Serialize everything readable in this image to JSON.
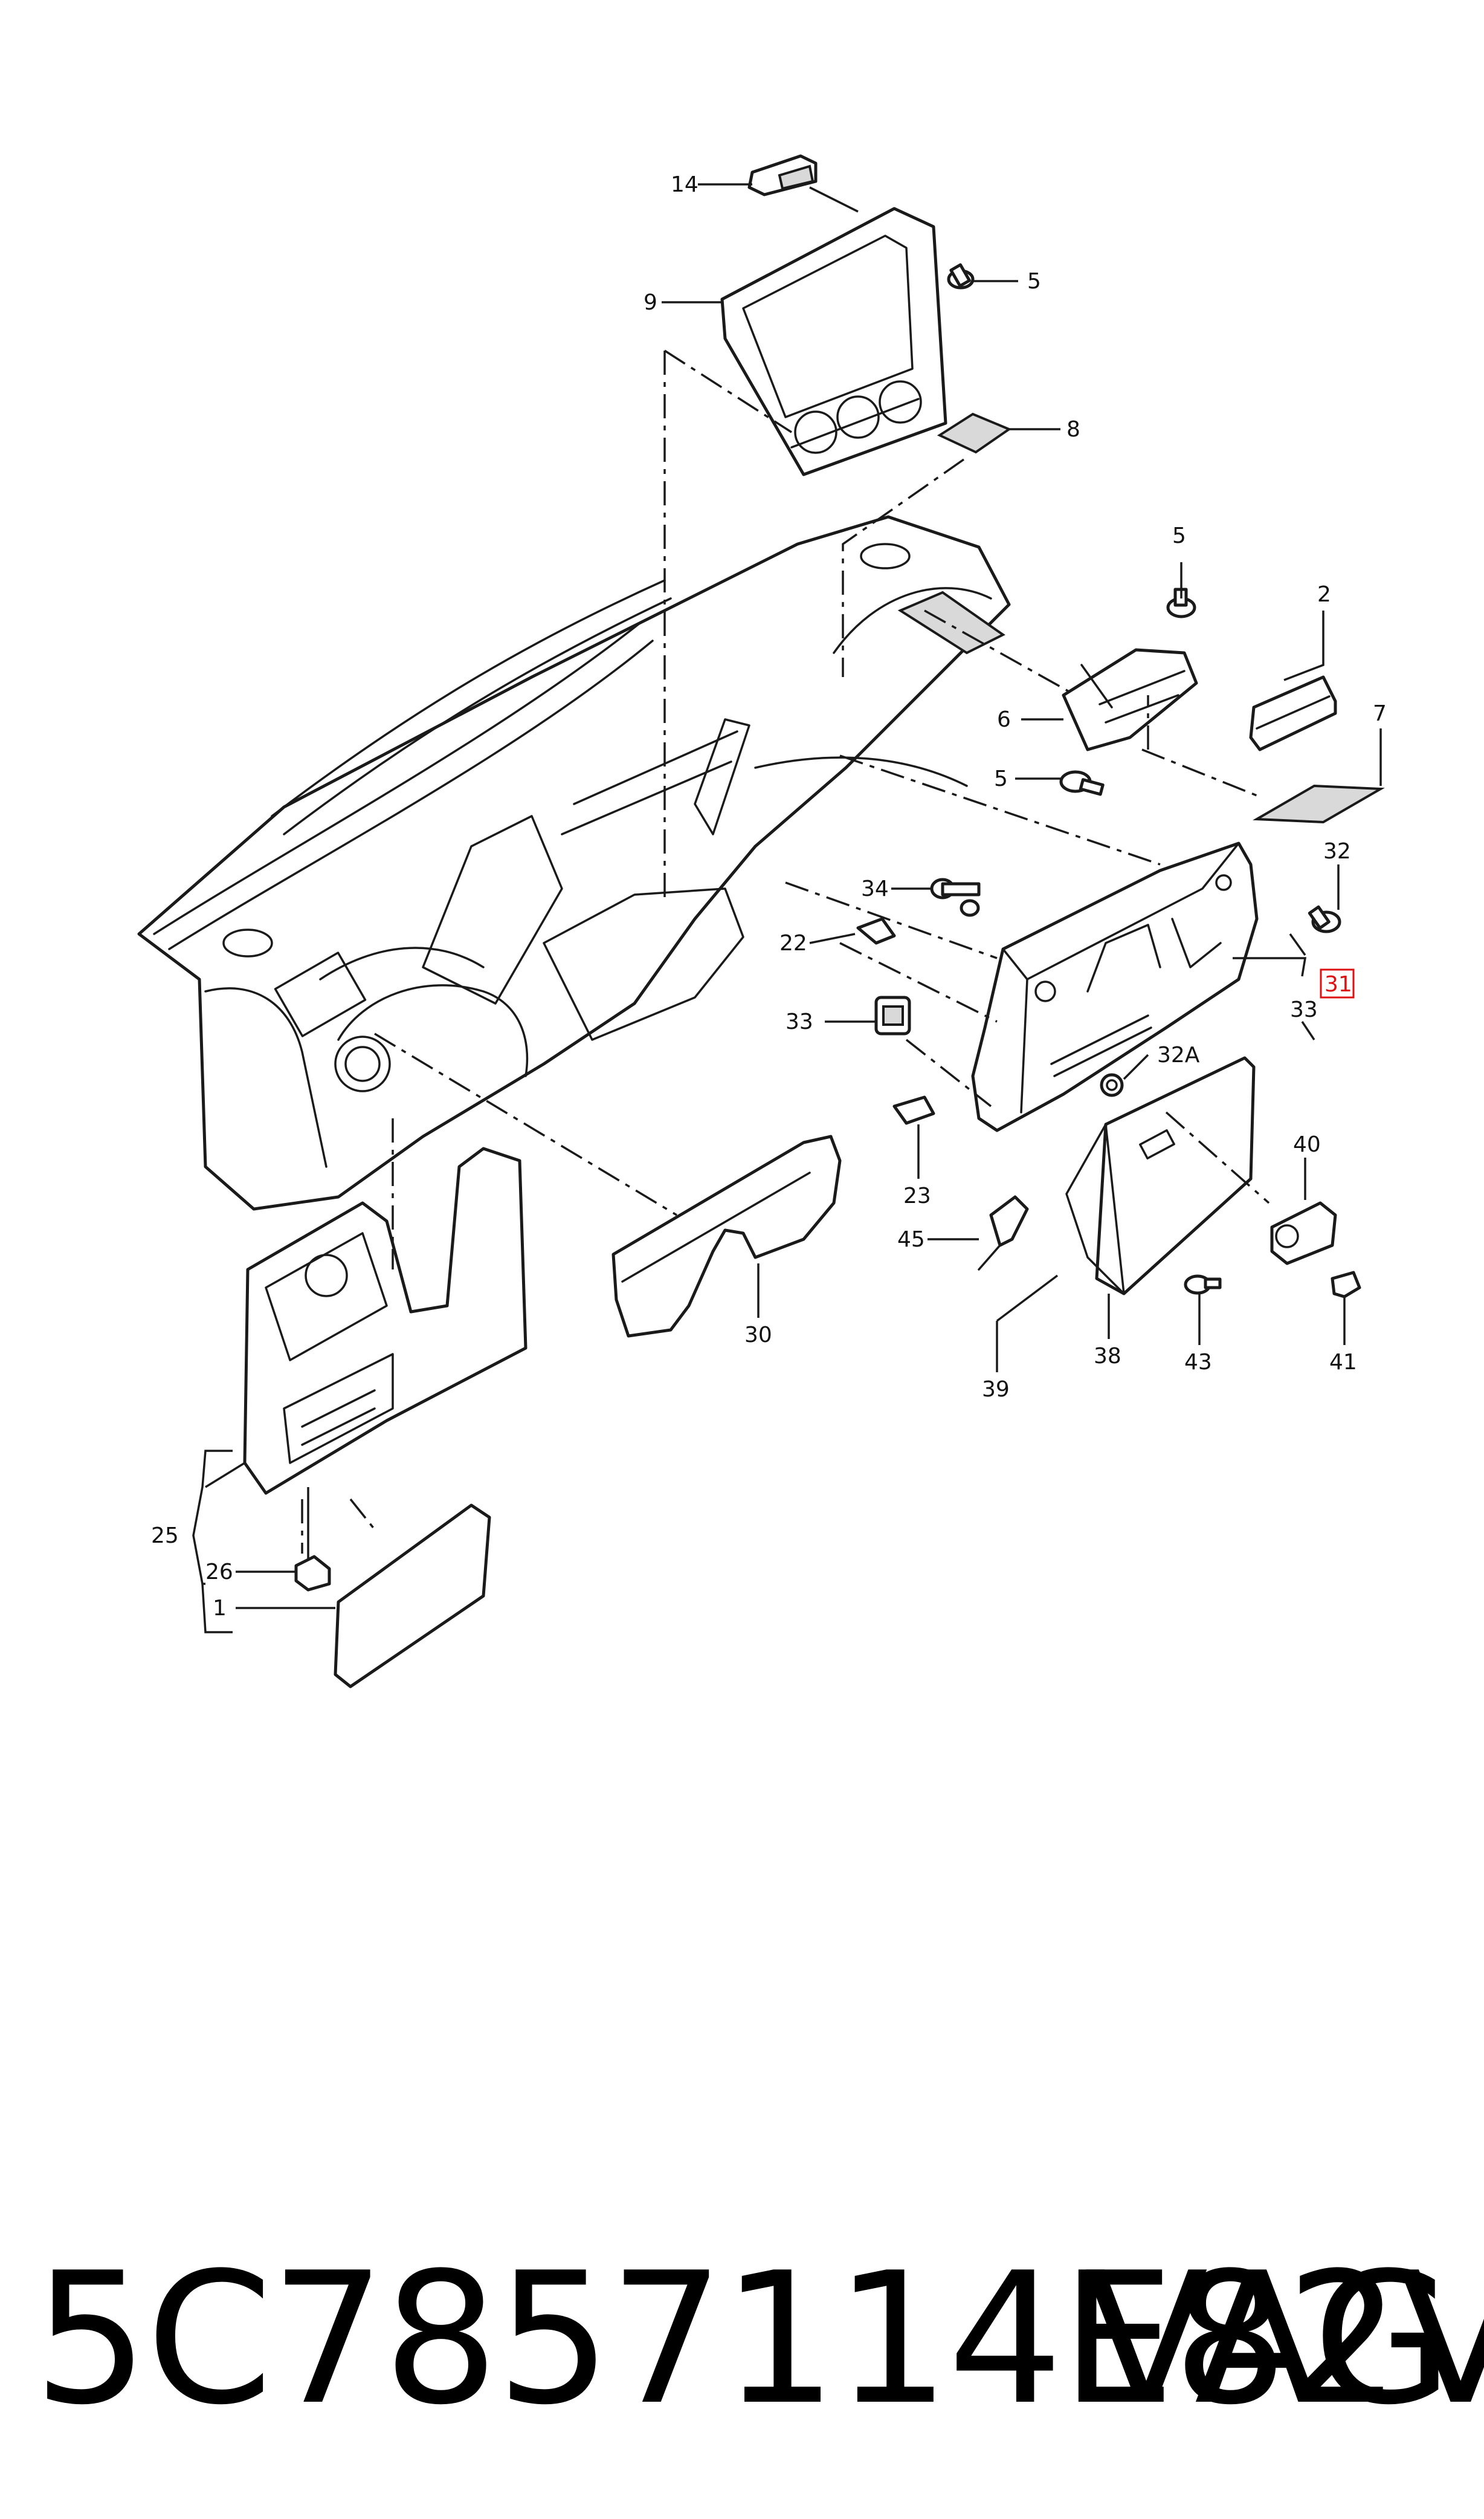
{
  "callouts": [
    {
      "id": "c14",
      "label": "14"
    },
    {
      "id": "c9",
      "label": "9"
    },
    {
      "id": "c5a",
      "label": "5"
    },
    {
      "id": "c8",
      "label": "8"
    },
    {
      "id": "c5b",
      "label": "5"
    },
    {
      "id": "c2",
      "label": "2"
    },
    {
      "id": "c6",
      "label": "6"
    },
    {
      "id": "c7",
      "label": "7"
    },
    {
      "id": "c5c",
      "label": "5"
    },
    {
      "id": "c32",
      "label": "32"
    },
    {
      "id": "c34",
      "label": "34"
    },
    {
      "id": "c22",
      "label": "22"
    },
    {
      "id": "c31",
      "label": "31"
    },
    {
      "id": "c33a",
      "label": "33"
    },
    {
      "id": "c33b",
      "label": "33"
    },
    {
      "id": "c32A",
      "label": "32A"
    },
    {
      "id": "c40",
      "label": "40"
    },
    {
      "id": "c23",
      "label": "23"
    },
    {
      "id": "c45",
      "label": "45"
    },
    {
      "id": "c30",
      "label": "30"
    },
    {
      "id": "c38",
      "label": "38"
    },
    {
      "id": "c43",
      "label": "43"
    },
    {
      "id": "c41",
      "label": "41"
    },
    {
      "id": "c39",
      "label": "39"
    },
    {
      "id": "c25",
      "label": "25"
    },
    {
      "id": "c26",
      "label": "26"
    },
    {
      "id": "c1",
      "label": "1"
    }
  ],
  "highlighted_callout": "31",
  "caption": {
    "part_number": "5C7857114E82V",
    "brand": "VAG"
  },
  "colors": {
    "line": "#1a1a1a",
    "highlight": "#dd1111",
    "background": "#ffffff"
  }
}
